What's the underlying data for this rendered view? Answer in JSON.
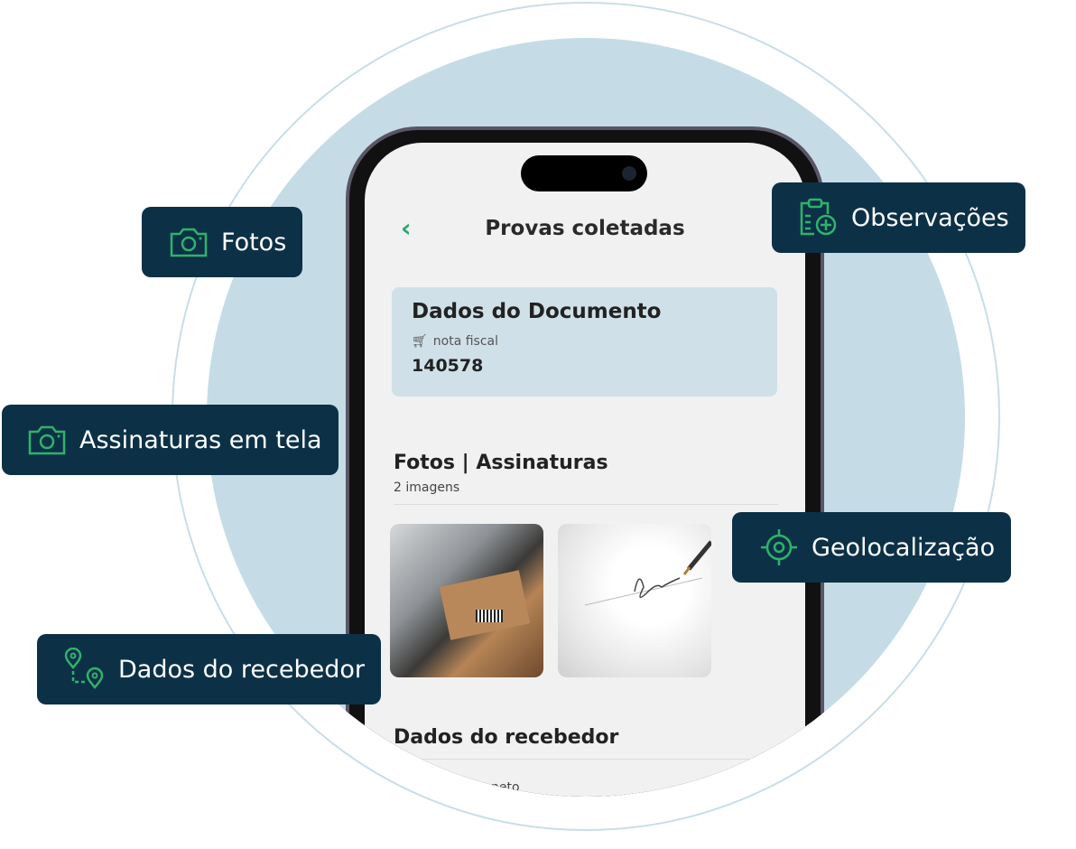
{
  "screen": {
    "title": "Provas coletadas",
    "back_icon": "‹",
    "document": {
      "heading": "Dados do Documento",
      "type_label": "nota fiscal",
      "number": "140578"
    },
    "photos": {
      "heading": "Fotos | Assinaturas",
      "count": "2 imagens"
    },
    "receiver": {
      "heading": "Dados do recebedor",
      "partial_text": "neto"
    }
  },
  "features": {
    "fotos": "Fotos",
    "observacoes": "Observações",
    "assinaturas": "Assinaturas em tela",
    "geolocalizacao": "Geolocalização",
    "recebedor": "Dados do recebedor"
  },
  "colors": {
    "navy": "#0c3147",
    "green": "#2fb36a",
    "disc": "#c5dce6"
  }
}
